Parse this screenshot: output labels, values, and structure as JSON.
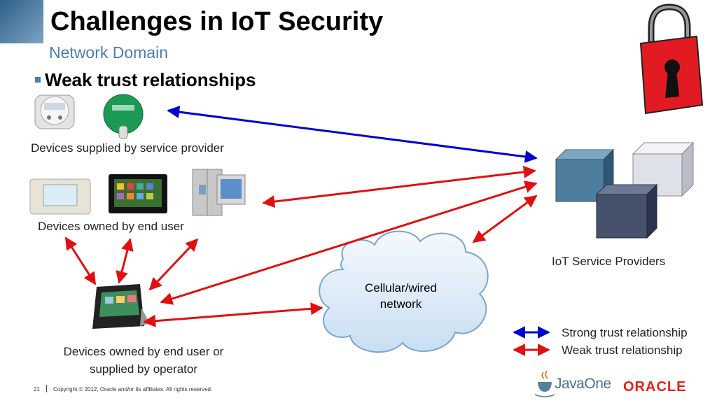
{
  "slide": {
    "title": "Challenges in IoT Security",
    "subtitle": "Network Domain",
    "bullet": "Weak trust relationships"
  },
  "diagram": {
    "devices_service_provider": "Devices supplied by service provider",
    "devices_end_user": "Devices owned by end user",
    "devices_operator": "Devices owned by end user or supplied by operator",
    "iot_service_providers": "IoT Service Providers",
    "network": "Cellular/wired network"
  },
  "legend": {
    "strong": "Strong trust relationship",
    "weak": "Weak trust relationship",
    "strong_color": "#0000d0",
    "weak_color": "#e01010"
  },
  "footer": {
    "page_number": "21",
    "separator": "|",
    "copyright": "Copyright © 2012, Oracle and/or its affiliates. All rights reserved.",
    "javaone": "JavaOne",
    "oracle": "ORACLE"
  }
}
